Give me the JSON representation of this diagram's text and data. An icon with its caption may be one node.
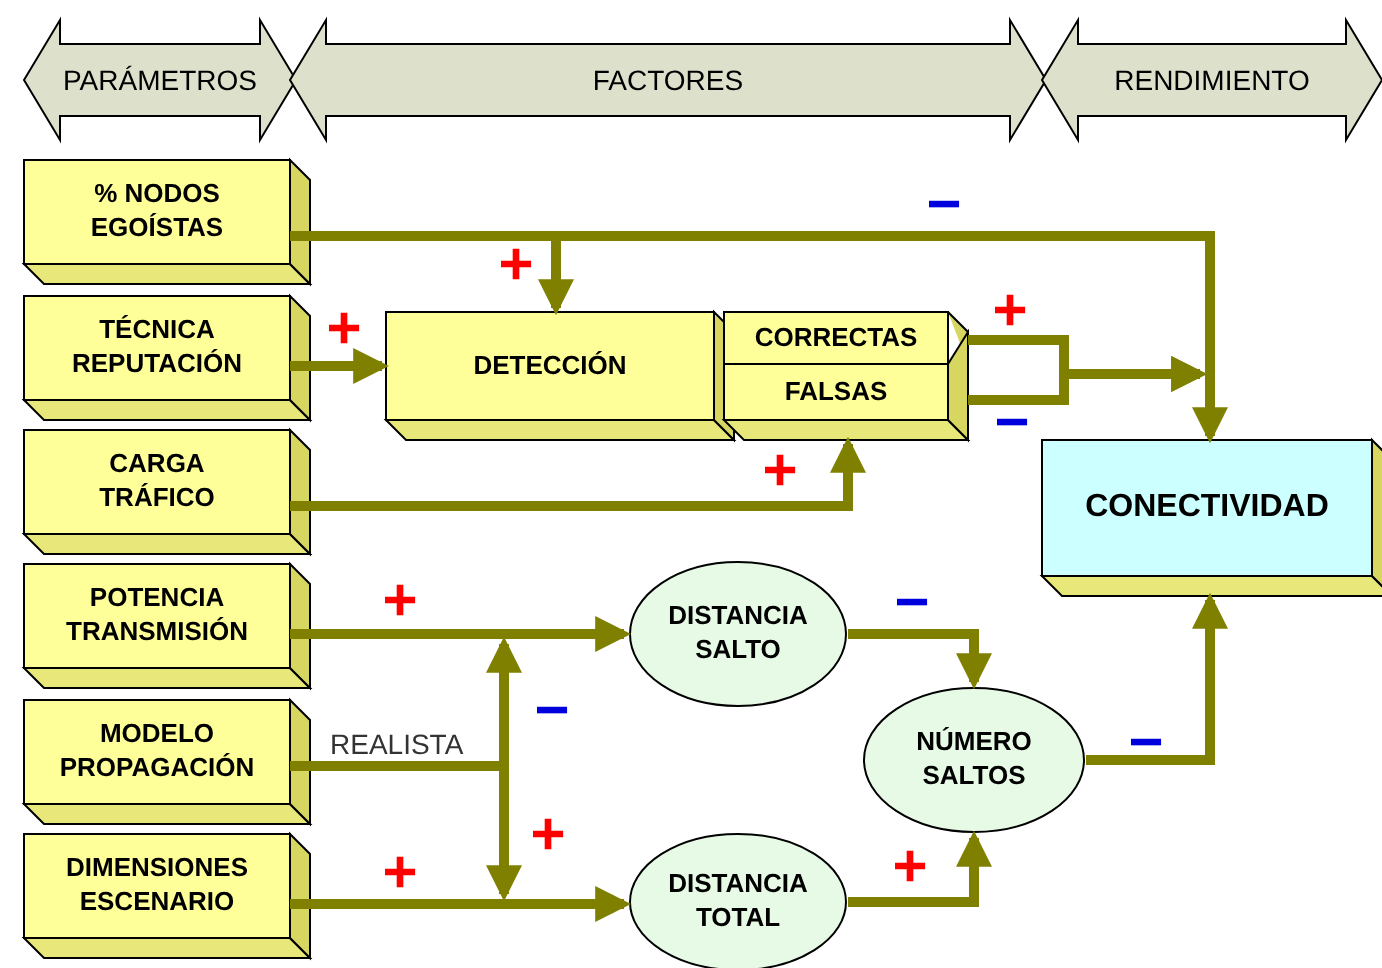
{
  "diagram": {
    "nodes": [
      {
        "text": [
          "PARÁMETROS"
        ]
      },
      {
        "text": [
          "FACTORES"
        ]
      },
      {
        "text": [
          "RENDIMIENTO"
        ]
      },
      {
        "text": [
          "% NODOS EGOÍSTAS"
        ]
      },
      {
        "text": [
          "TÉCNICA REPUTACIÓN"
        ]
      },
      {
        "text": [
          "CARGA TRÁFICO"
        ]
      },
      {
        "text": [
          "POTENCIA TRANSMISIÓN"
        ]
      },
      {
        "text": [
          "MODELO PROPAGACIÓN"
        ]
      },
      {
        "text": [
          "DIMENSIONES ESCENARIO"
        ]
      },
      {
        "text": [
          "DETECCIÓN"
        ]
      },
      {
        "text": [
          "CORRECTAS"
        ]
      },
      {
        "text": [
          "FALSAS"
        ]
      },
      {
        "text": [
          "CONECTIVIDAD"
        ]
      },
      {
        "text": [
          "DISTANCIA SALTO"
        ]
      },
      {
        "text": [
          "NÚMERO SALTOS"
        ]
      },
      {
        "text": [
          "DISTANCIA TOTAL"
        ]
      }
    ],
    "edges": [
      {
        "from": 3,
        "to": 9,
        "arrow": "to",
        "label": "+"
      },
      {
        "from": 3,
        "to": 12,
        "arrow": "to",
        "label": "−"
      },
      {
        "from": 4,
        "to": 9,
        "arrow": "to",
        "label": "+"
      },
      {
        "from": 5,
        "to": 11,
        "arrow": "to",
        "label": "+"
      },
      {
        "from": 10,
        "to": 12,
        "arrow": "to",
        "label": "+"
      },
      {
        "from": 11,
        "to": 12,
        "arrow": "to",
        "label": "−"
      },
      {
        "from": 6,
        "to": 13,
        "arrow": "to",
        "label": "+"
      },
      {
        "from": 8,
        "to": 15,
        "arrow": "to",
        "label": "+"
      },
      {
        "from": 7,
        "to": 13,
        "arrow": "to",
        "label": "−"
      },
      {
        "from": 7,
        "to": 15,
        "arrow": "to",
        "label": "+"
      },
      {
        "from": 13,
        "to": 14,
        "arrow": "to",
        "label": "−"
      },
      {
        "from": 15,
        "to": 14,
        "arrow": "to",
        "label": "+"
      },
      {
        "from": 14,
        "to": 12,
        "arrow": "to",
        "label": "−"
      }
    ],
    "labels": [
      "REALISTA"
    ]
  }
}
